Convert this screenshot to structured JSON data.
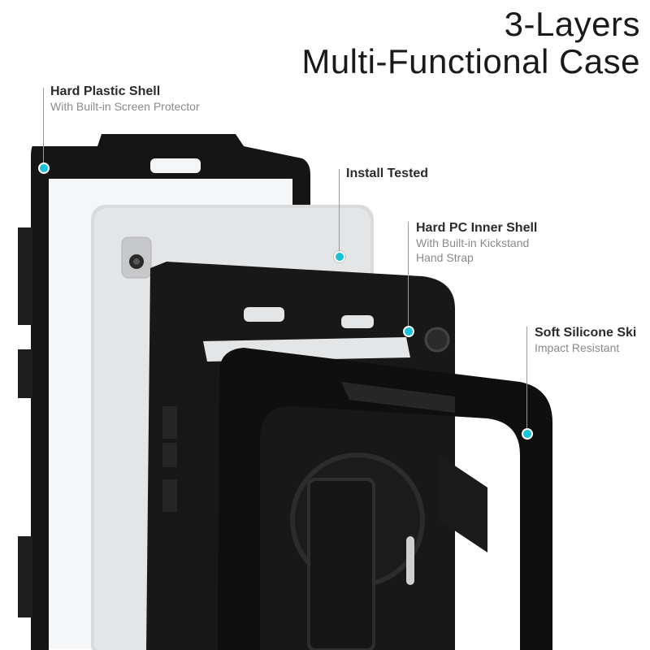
{
  "header": {
    "line1": "3-Layers",
    "line2": "Multi-Functional Case"
  },
  "callouts": {
    "hard_shell": {
      "title": "Hard Plastic Shell",
      "sub1": "With Built-in Screen Protector"
    },
    "install": {
      "title": "Install Tested"
    },
    "pc_inner": {
      "title": "Hard PC Inner Shell",
      "sub1": "With Built-in Kickstand",
      "sub2": "Hand Strap"
    },
    "silicone": {
      "title": "Soft Silicone Ski",
      "sub1": "Impact Resistant"
    }
  },
  "colors": {
    "accent_dot": "#17c3d8",
    "case_black": "#141414",
    "tablet_silver": "#d9dadc"
  }
}
